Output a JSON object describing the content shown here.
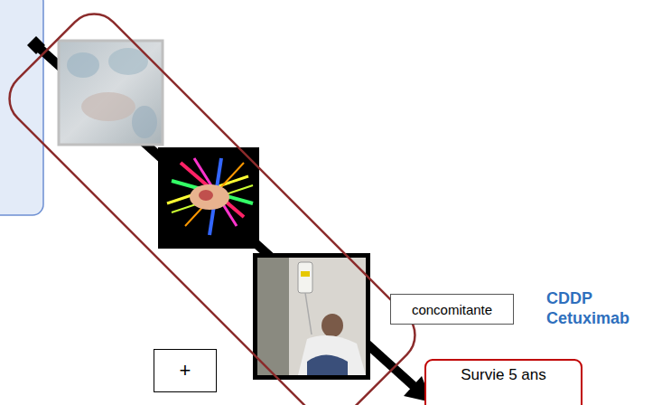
{
  "diagram": {
    "nodes": [
      {
        "text": [
          "+"
        ]
      },
      {
        "text": [
          "concomitante"
        ]
      },
      {
        "text": [
          "Survie 5 ans"
        ]
      }
    ],
    "labels": [
      "CDDP",
      "Cetuximab"
    ]
  }
}
